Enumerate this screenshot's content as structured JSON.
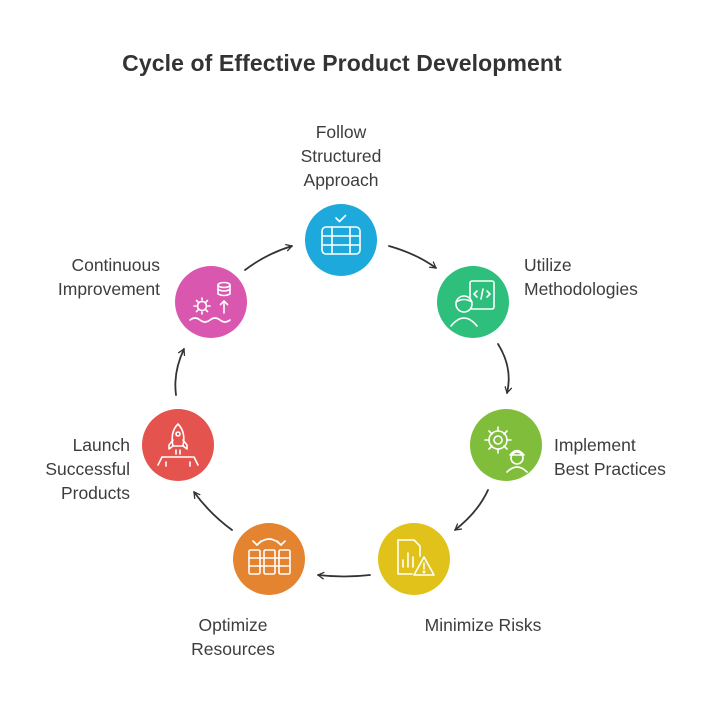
{
  "title": "Cycle of Effective Product Development",
  "steps": [
    {
      "label": "Follow\nStructured\nApproach",
      "color": "#1ea9dc",
      "icon": "database-check-icon"
    },
    {
      "label": "Utilize\nMethodologies",
      "color": "#2dbf7b",
      "icon": "developer-code-icon"
    },
    {
      "label": "Implement\nBest Practices",
      "color": "#7fbd3b",
      "icon": "gear-engineer-icon"
    },
    {
      "label": "Minimize Risks",
      "color": "#e0c21a",
      "icon": "report-warning-icon"
    },
    {
      "label": "Optimize\nResources",
      "color": "#e58430",
      "icon": "grid-transfer-icon"
    },
    {
      "label": "Launch\nSuccessful\nProducts",
      "color": "#e5534f",
      "icon": "rocket-launch-icon"
    },
    {
      "label": "Continuous\nImprovement",
      "color": "#d957ae",
      "icon": "data-improvement-icon"
    }
  ]
}
